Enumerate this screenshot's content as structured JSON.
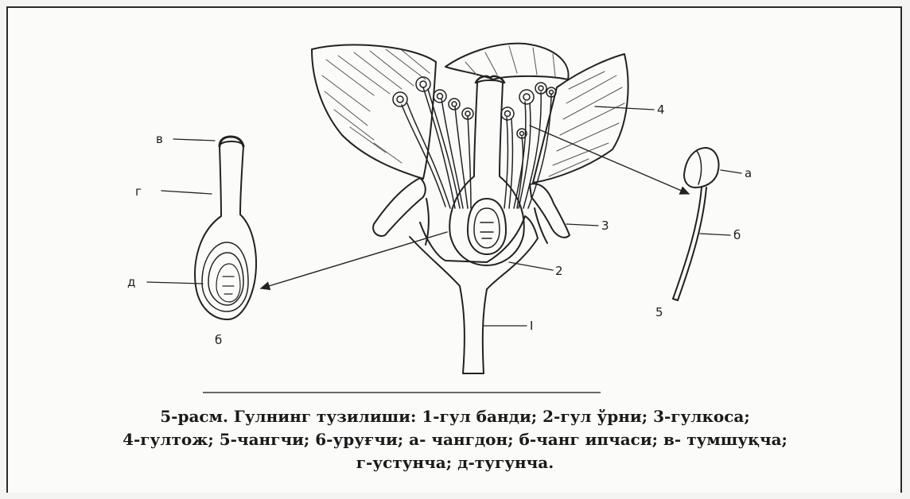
{
  "labels": {
    "v": "в",
    "g": "г",
    "d": "д",
    "b_sub": "б",
    "l4": "4",
    "la": "а",
    "l3": "3",
    "l6": "б",
    "l2": "2",
    "l5": "5",
    "l1": "I"
  },
  "caption": {
    "line1": "5-расм. Гулнинг тузилиши: 1-гул банди; 2-гул ўрни; 3-гулкоса;",
    "line2": "4-гултож; 5-чангчи; 6-уруғчи; а- чангдон; б-чанг ипчаси; в- тумшуқча;",
    "line3": "г-устунча; д-тугунча."
  }
}
